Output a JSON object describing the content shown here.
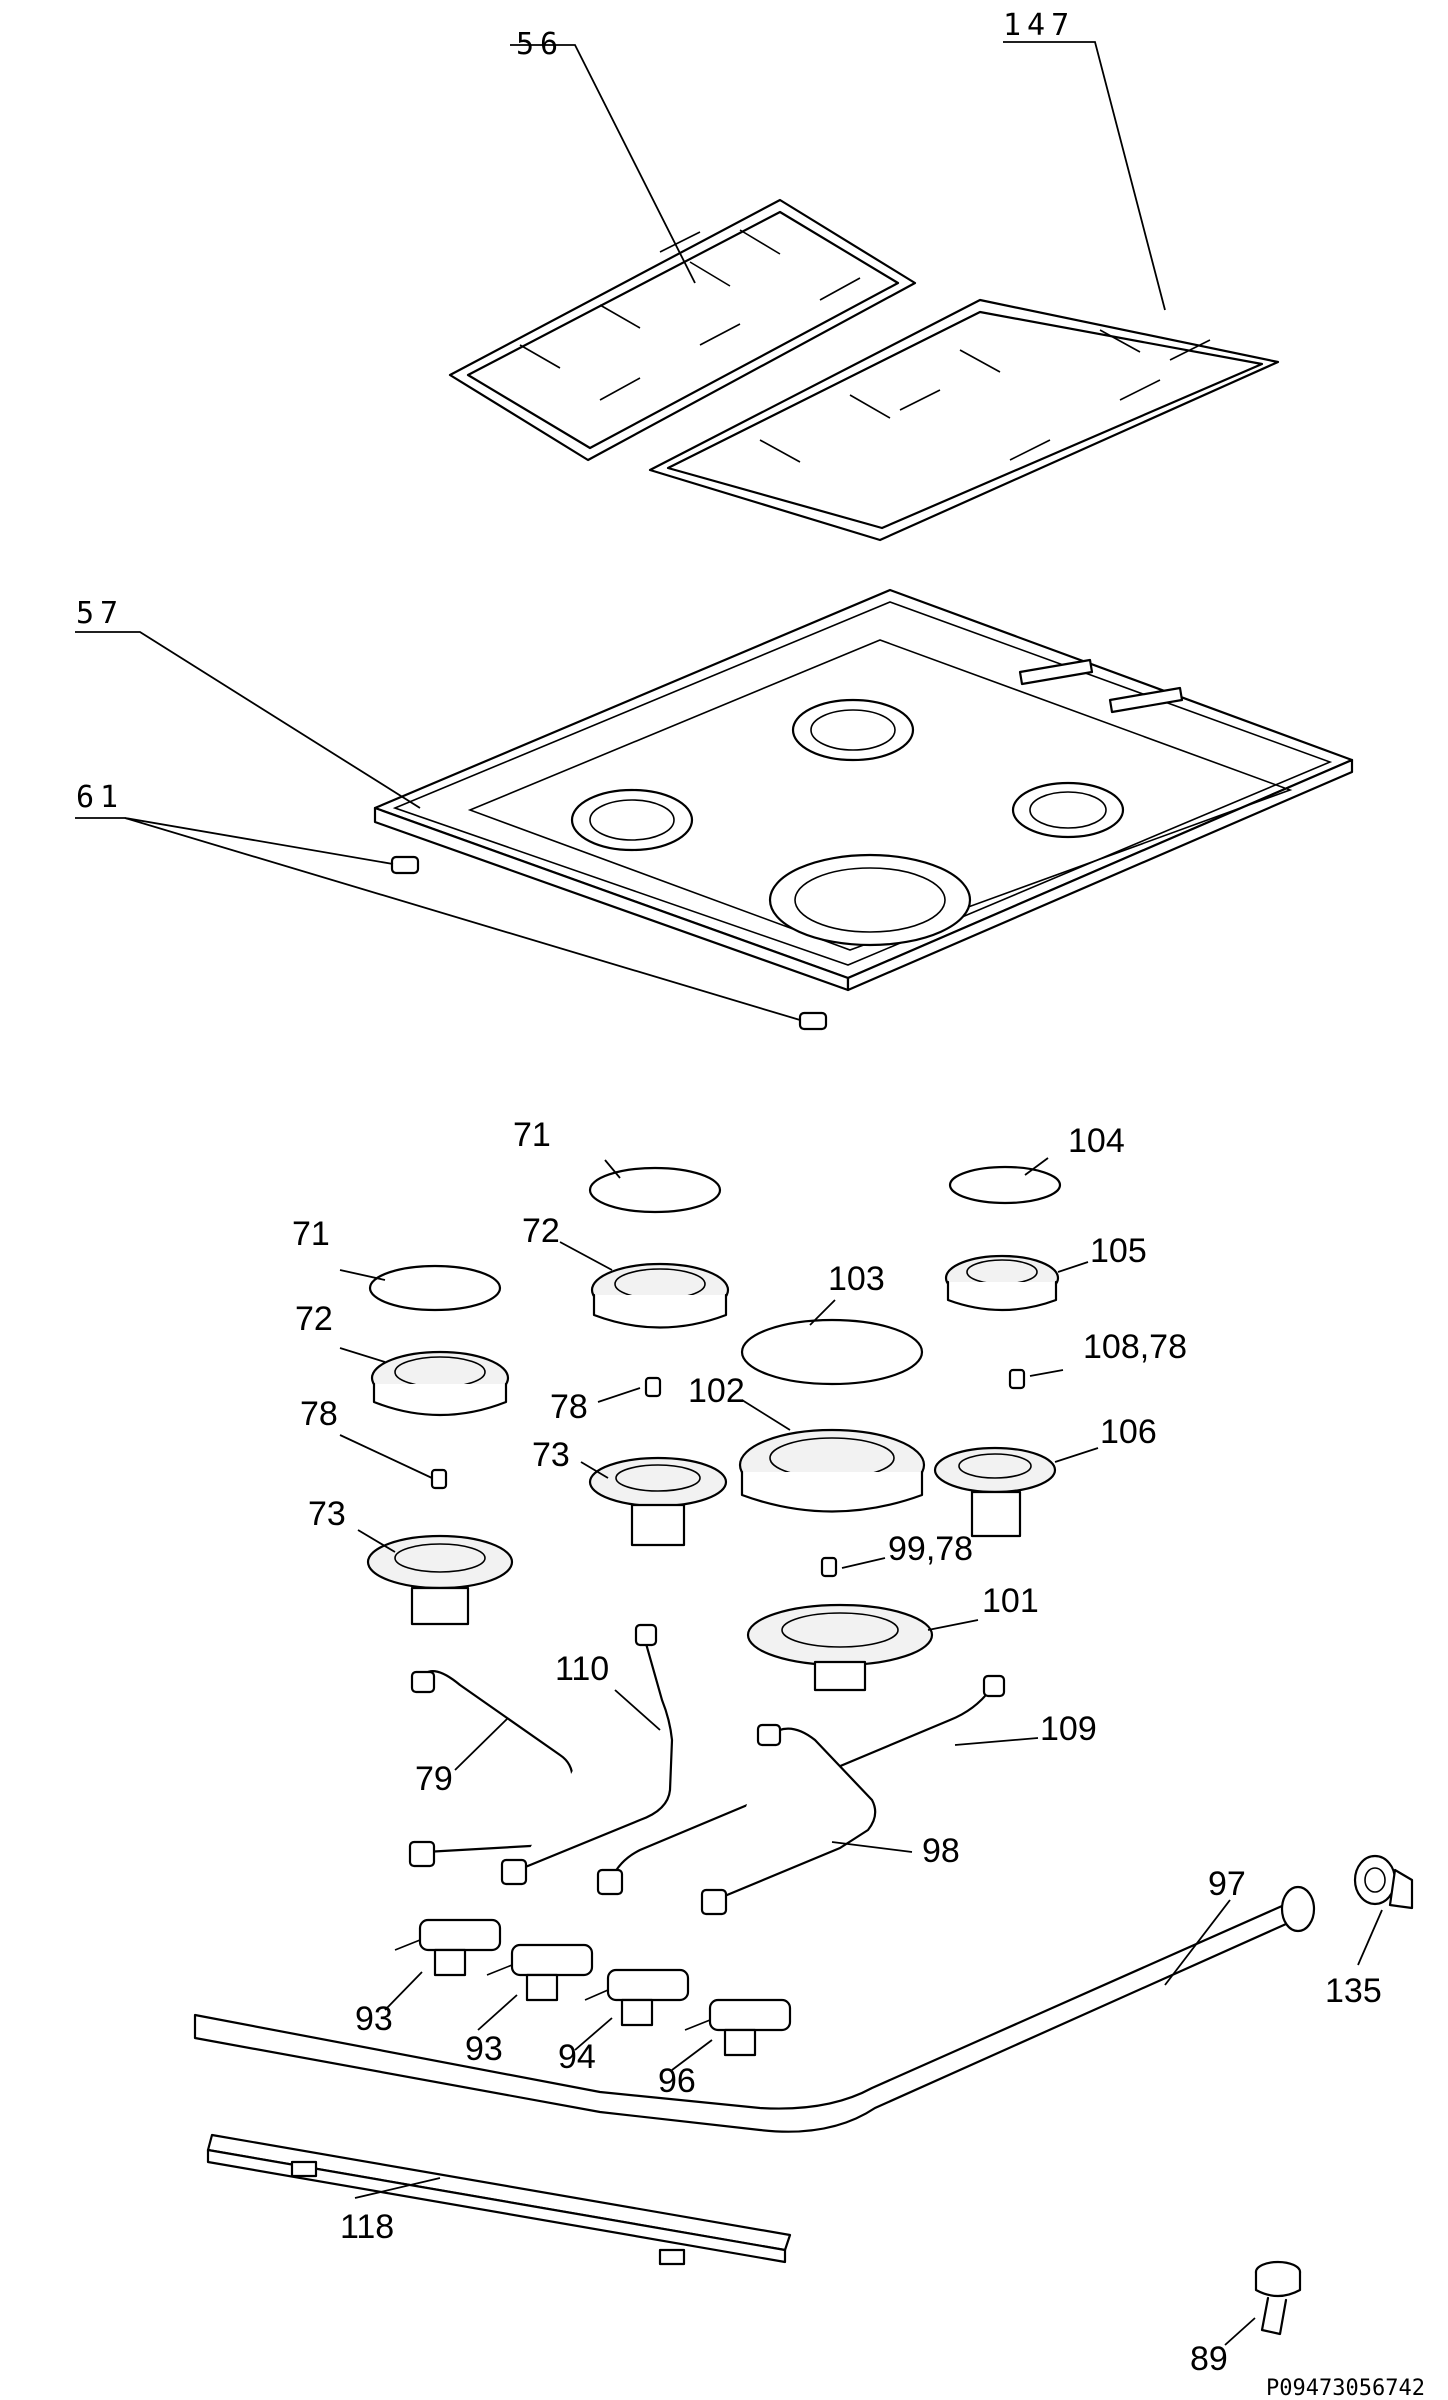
{
  "diagram": {
    "labels": {
      "l56": "56",
      "l147": "147",
      "l57": "57",
      "l61": "61",
      "l71a": "71",
      "l104": "104",
      "l71b": "71",
      "l72a": "72",
      "l103": "103",
      "l105": "105",
      "l72b": "72",
      "l108_78": "108,78",
      "l78a": "78",
      "l102": "102",
      "l78b": "78",
      "l73a": "73",
      "l106": "106",
      "l73b": "73",
      "l99_78": "99,78",
      "l101": "101",
      "l110": "110",
      "l109": "109",
      "l79": "79",
      "l98": "98",
      "l97": "97",
      "l135": "135",
      "l93a": "93",
      "l93b": "93",
      "l94": "94",
      "l96": "96",
      "l118": "118",
      "l89": "89"
    },
    "drawing_code": "P09473056742"
  }
}
